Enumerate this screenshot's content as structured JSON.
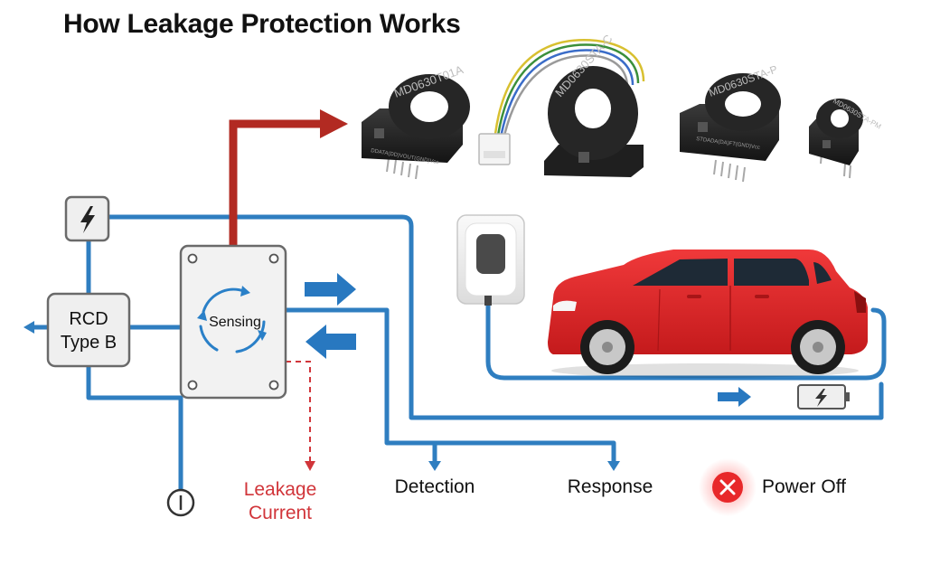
{
  "title": "How Leakage Protection Works",
  "rcd": {
    "line1": "RCD",
    "line2": "Type B"
  },
  "sensing_label": "Sensing",
  "leakage": {
    "line1": "Leakage",
    "line2": "Current"
  },
  "stages": {
    "detection": "Detection",
    "response": "Response",
    "power_off": "Power Off"
  },
  "sensors": [
    {
      "model": "MD0630T01A",
      "pins": "DDATA(DD)VOUT(GND)Vcc"
    },
    {
      "model": "MD0630STA-C",
      "pins": ""
    },
    {
      "model": "MD0630STA-P",
      "pins": "STDADA(DA)FT(GND)Vcc"
    },
    {
      "model": "MD0630STA-PM",
      "pins": ""
    }
  ],
  "colors": {
    "flow_blue": "#2f7ec0",
    "arrow_blue": "#2878c0",
    "signal_red": "#b22a22",
    "leakage_red": "#d1353a",
    "car_red": "#e0282a",
    "box_gray": "#efefef"
  },
  "icons": [
    "lightning-icon",
    "ground-icon",
    "cycle-arrows-icon",
    "close-icon",
    "battery-icon",
    "ev-charger-icon",
    "car-icon"
  ]
}
